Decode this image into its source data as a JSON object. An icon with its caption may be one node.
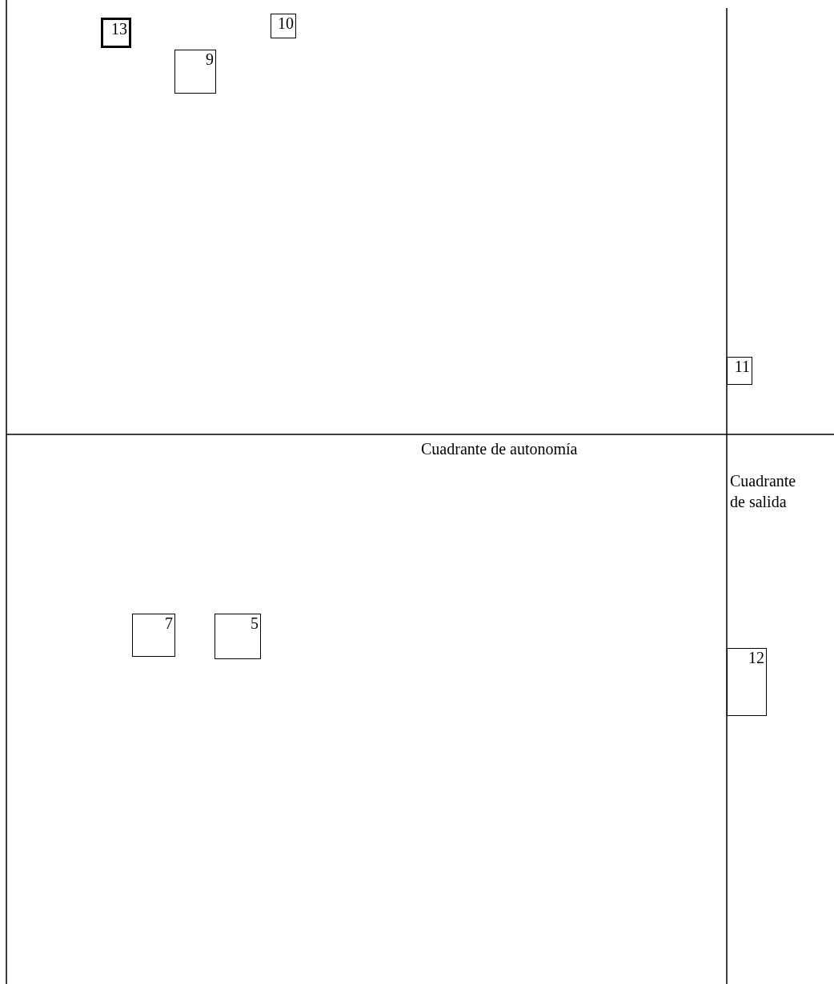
{
  "diagram": {
    "nodes": [
      {
        "text": [
          "13"
        ]
      },
      {
        "text": [
          "10"
        ]
      },
      {
        "text": [
          "9"
        ]
      },
      {
        "text": [
          "11"
        ]
      },
      {
        "text": [
          "7"
        ]
      },
      {
        "text": [
          "5"
        ]
      },
      {
        "text": [
          "12"
        ]
      }
    ],
    "labels": [
      "Cuadrante de autonomía",
      "Cuadrante de salida"
    ]
  }
}
